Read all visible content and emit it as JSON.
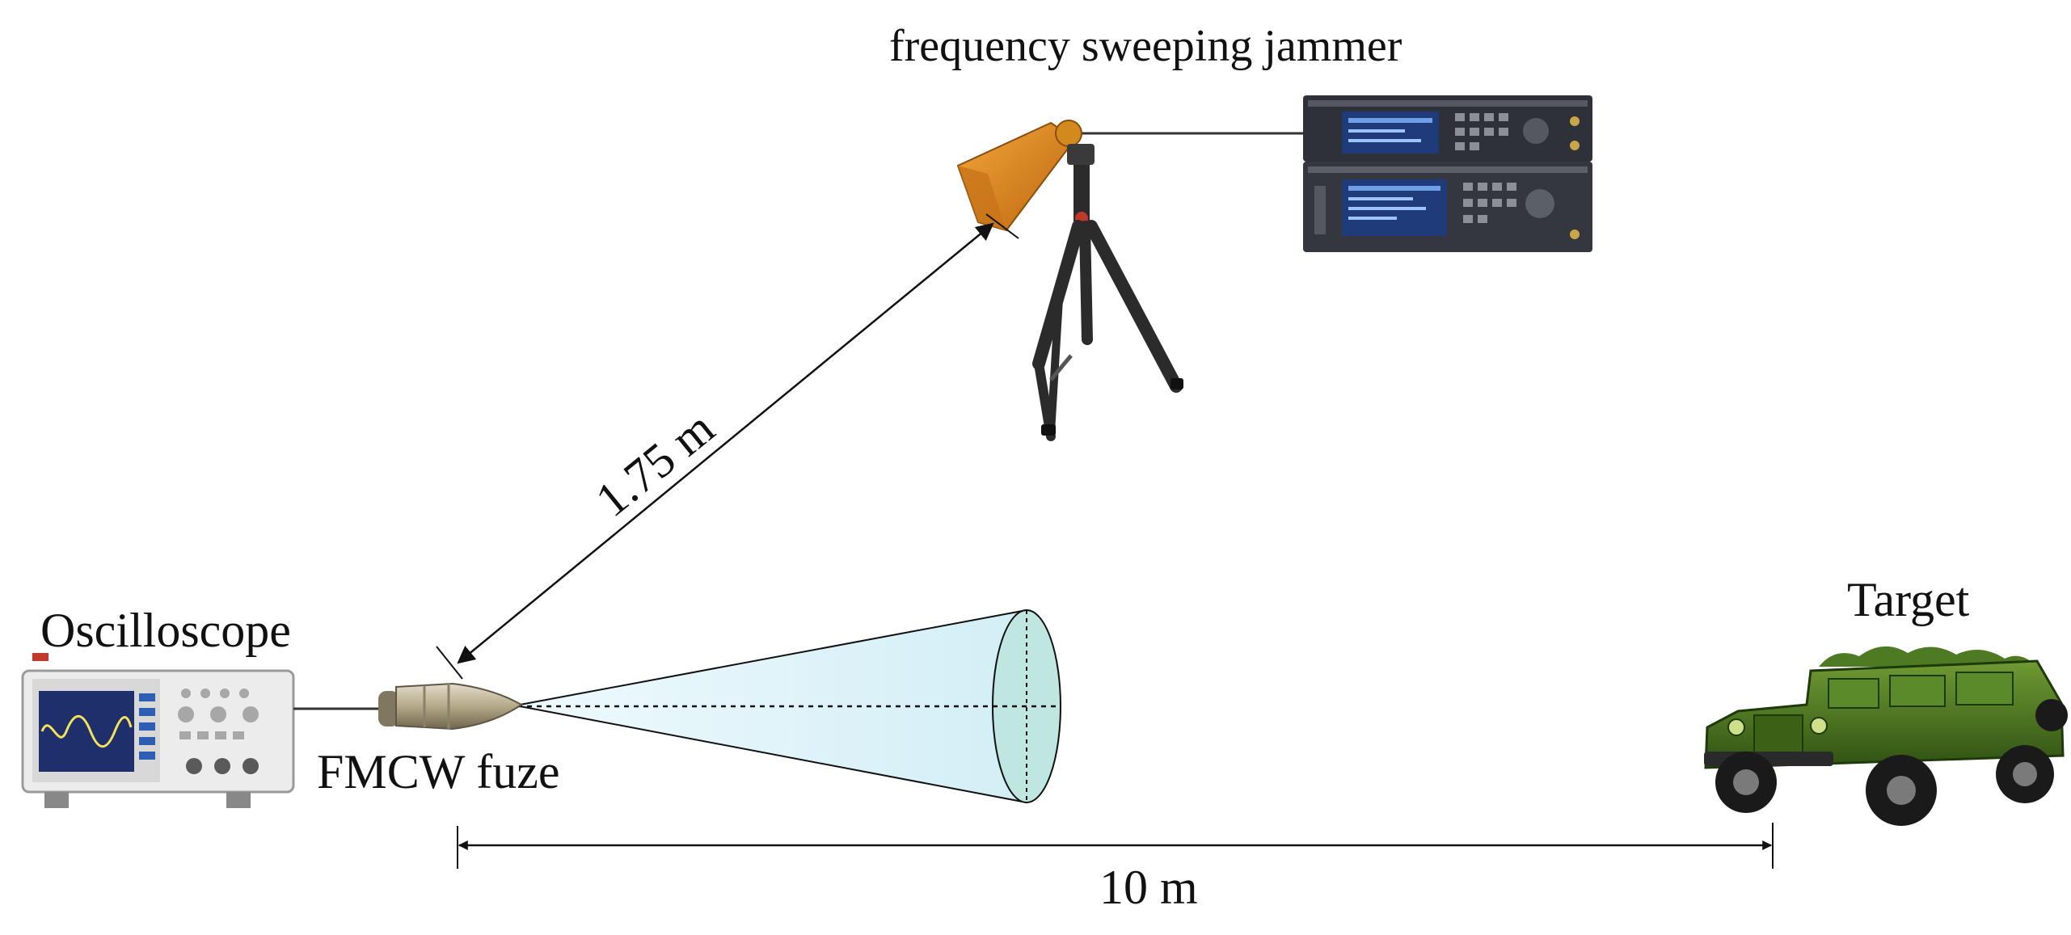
{
  "labels": {
    "jammer": "frequency sweeping jammer",
    "oscilloscope": "Oscilloscope",
    "fuze": "FMCW fuze",
    "target": "Target",
    "distance_jammer": "1.75 m",
    "distance_target": "10 m"
  },
  "colors": {
    "ink": "#111111",
    "beam_fill": "#dff3f8",
    "beam_cap": "#bfe6e0",
    "horn": "#e58a1f",
    "tripod": "#2b2b2b",
    "instrument_body": "#2e3138",
    "instrument_screen": "#1f3b7a",
    "scope_body": "#ececec",
    "scope_screen": "#1f2f6b",
    "fuze_body": "#bdb39a",
    "vehicle": "#3f6b1c"
  },
  "icons": {
    "jammer_instrument": "signal-generator-icon",
    "horn_antenna": "horn-antenna-icon",
    "tripod": "tripod-icon",
    "oscilloscope": "oscilloscope-icon",
    "fuze": "fuze-icon",
    "beam": "radar-beam-cone",
    "target_vehicle": "jeep-icon"
  }
}
